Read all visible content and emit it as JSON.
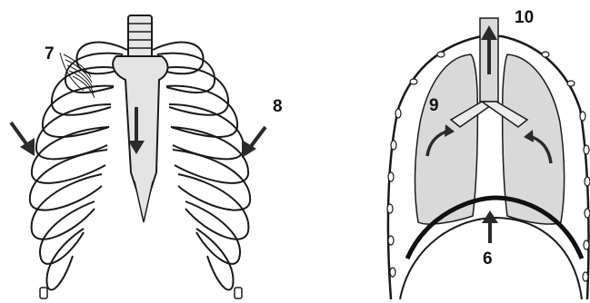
{
  "labels": {
    "l7": "7",
    "l8": "8",
    "l9": "9",
    "l10": "10",
    "l6": "6"
  },
  "colors": {
    "ink": "#1a1a1a",
    "bone_fill": "#e4e4e4",
    "lung_fill": "#d9d9d9",
    "arrow": "#2a2a2a"
  }
}
